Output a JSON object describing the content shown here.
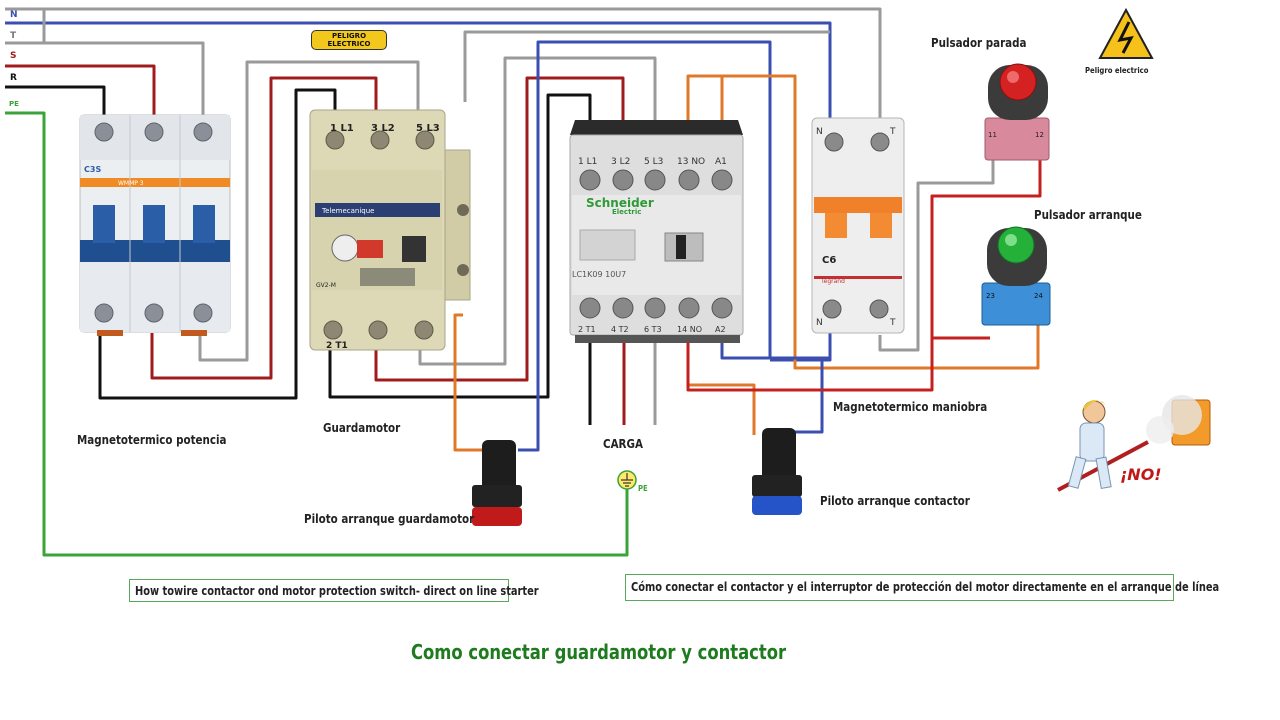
{
  "lines": {
    "n": "N",
    "t": "T",
    "s": "S",
    "r": "R",
    "pe": "PE"
  },
  "danger_sign": {
    "line1": "PELIGRO",
    "line2": "ELECTRICO"
  },
  "labels": {
    "magneto_potencia": "Magnetotermico potencia",
    "guardamotor": "Guardamotor",
    "carga": "CARGA",
    "pe": "PE",
    "piloto_guardamotor": "Piloto arranque guardamotor",
    "piloto_contactor": "Piloto arranque contactor",
    "magneto_maniobra": "Magnetotermico maniobra",
    "pulsador_parada": "Pulsador parada",
    "pulsador_arranque": "Pulsador arranque",
    "peligro_electrico": "Peligro electrico",
    "no": "¡NO!"
  },
  "device_text": {
    "breaker_brand": "C3S",
    "breaker_model": "WMMP 3",
    "guard_terminals_top": [
      "1 L1",
      "3 L2",
      "5 L3"
    ],
    "guard_terminals_bottom": [
      "2 T1"
    ],
    "guard_brand": "Telemecanique",
    "guard_model": "GV2-M",
    "contactor_terminals_top": [
      "1 L1",
      "3 L2",
      "5 L3",
      "13 NO",
      "A1"
    ],
    "contactor_terminals_bottom": [
      "2 T1",
      "4 T2",
      "6 T3",
      "14 NO",
      "A2"
    ],
    "contactor_brand": "Schneider",
    "contactor_brand2": "Electric",
    "contactor_model": "LC1K09 10U7",
    "mcb_top": [
      "N",
      "T"
    ],
    "mcb_bottom": [
      "N",
      "T"
    ],
    "mcb_rating": "C6",
    "mcb_brand": "legrand",
    "stop_contacts": [
      "11",
      "12"
    ],
    "start_contacts": [
      "23",
      "24"
    ]
  },
  "captions": {
    "english": "How towire contactor ond motor protection switch- direct on line starter",
    "spanish": "Cómo conectar el contactor y el interruptor de protección del motor directamente en el arranque de línea"
  },
  "title": "Como conectar guardamotor y contactor",
  "colors": {
    "neutral": "#3a4fb0",
    "t_phase": "#9a9a9a",
    "s_phase": "#a01c1c",
    "r_phase": "#111111",
    "pe": "#3aa33a",
    "control": "#e0782a",
    "title": "#1e7b1e"
  }
}
